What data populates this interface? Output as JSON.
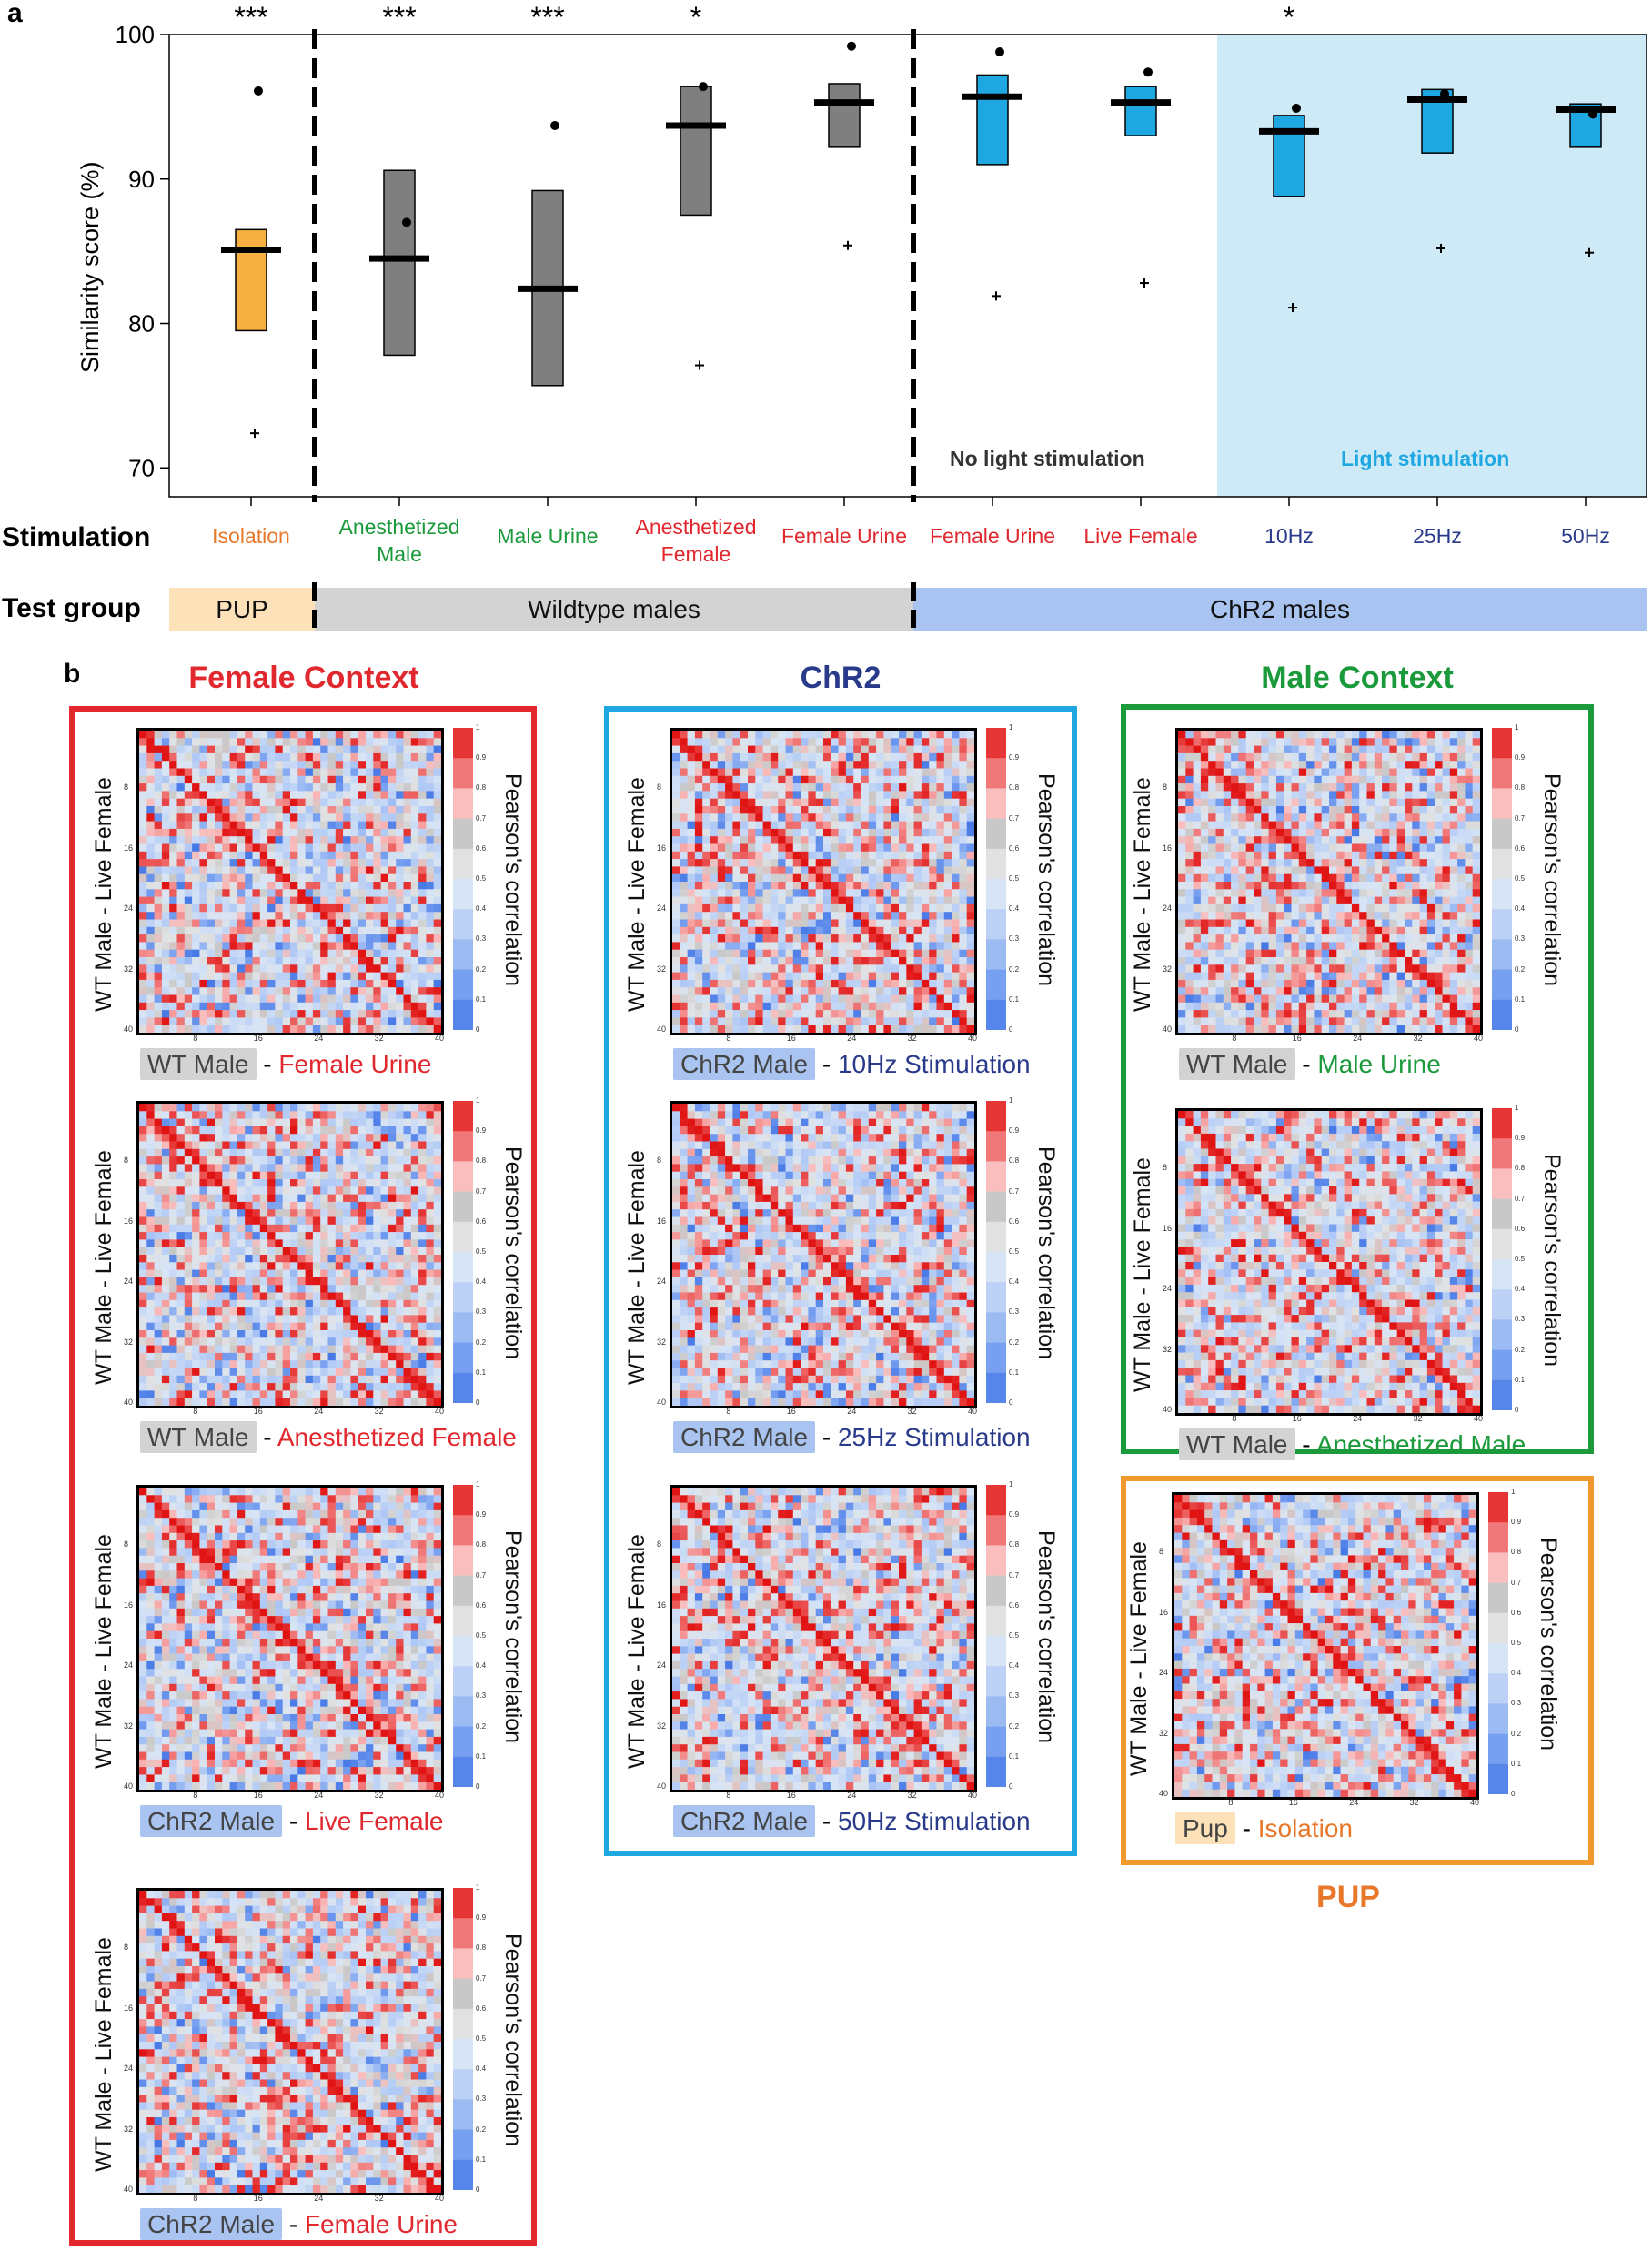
{
  "panel_a": {
    "letter": "a",
    "chart_data": {
      "type": "bar",
      "ylabel": "Similarity score (%)",
      "ylim": [
        68,
        100
      ],
      "yticks": [
        70,
        80,
        90,
        100
      ],
      "categories": [
        "Isolation",
        "Anesthetized Male",
        "Male Urine",
        "Anesthetized Female",
        "Female Urine",
        "Female Urine",
        "Live Female",
        "10Hz",
        "25Hz",
        "50Hz"
      ],
      "category_colors": [
        "#e8772a",
        "#1a9a3a",
        "#1a9a3a",
        "#e0282e",
        "#e0282e",
        "#e0282e",
        "#e0282e",
        "#2a3a8a",
        "#2a3a8a",
        "#2a3a8a"
      ],
      "box_colors": [
        "#f5b041",
        "#7f7f7f",
        "#7f7f7f",
        "#7f7f7f",
        "#7f7f7f",
        "#1ea7e1",
        "#1ea7e1",
        "#1ea7e1",
        "#1ea7e1",
        "#1ea7e1"
      ],
      "box_low": [
        79.5,
        77.8,
        75.7,
        87.5,
        92.2,
        91.0,
        93.0,
        88.8,
        91.8,
        92.2
      ],
      "box_high": [
        86.5,
        90.6,
        89.2,
        96.4,
        96.6,
        97.2,
        96.4,
        94.4,
        96.2,
        95.2
      ],
      "median": [
        85.1,
        84.5,
        82.4,
        93.7,
        95.3,
        95.7,
        95.3,
        93.3,
        95.5,
        94.8
      ],
      "dot_values": [
        96.1,
        87.0,
        93.7,
        96.4,
        99.2,
        98.8,
        97.4,
        94.9,
        95.9,
        94.5
      ],
      "plus_values": [
        72.4,
        null,
        null,
        77.1,
        85.4,
        81.9,
        82.8,
        81.1,
        85.2,
        84.9
      ],
      "significance": [
        "***",
        "***",
        "***",
        "*",
        "",
        "",
        "",
        "*",
        "",
        ""
      ],
      "region_labels": [
        "No light stimulation",
        "Light stimulation"
      ],
      "row_label_stimulation": "Stimulation",
      "row_label_test_group": "Test group",
      "test_groups": [
        "PUP",
        "Wildtype males",
        "ChR2 males"
      ],
      "light_region_color": "#cdeaf6"
    }
  },
  "panel_b": {
    "letter": "b",
    "contexts": [
      {
        "title": "Female Context",
        "color": "#e0282e"
      },
      {
        "title": "ChR2",
        "color": "#2a3a8a"
      },
      {
        "title": "Male Context",
        "color": "#1a9a3a"
      },
      {
        "title": "PUP",
        "color": "#e8772a"
      }
    ],
    "colorbar_label": "Pearson's correlation",
    "colorbar_ticks": [
      "1",
      "0.9",
      "0.8",
      "0.7",
      "0.6",
      "0.5",
      "0.4",
      "0.3",
      "0.2",
      "0.1",
      "0"
    ],
    "axis_ticks": [
      "8",
      "16",
      "24",
      "32",
      "40"
    ],
    "heatmaps": [
      {
        "ylabel": "WT Male - Live Female",
        "cap_left": "WT Male",
        "cap_right": "Female Urine",
        "chip": "#d3d3d3",
        "right_color": "#e0282e"
      },
      {
        "ylabel": "WT Male - Live Female",
        "cap_left": "WT Male",
        "cap_right": "Anesthetized Female",
        "chip": "#d3d3d3",
        "right_color": "#e0282e"
      },
      {
        "ylabel": "WT Male - Live Female",
        "cap_left": "ChR2 Male",
        "cap_right": "Live Female",
        "chip": "#a9c4f0",
        "right_color": "#e0282e"
      },
      {
        "ylabel": "WT Male - Live Female",
        "cap_left": "ChR2 Male",
        "cap_right": "Female Urine",
        "chip": "#a9c4f0",
        "right_color": "#e0282e"
      },
      {
        "ylabel": "WT Male - Live Female",
        "cap_left": "ChR2 Male",
        "cap_right": "10Hz Stimulation",
        "chip": "#a9c4f0",
        "right_color": "#2a3a8a"
      },
      {
        "ylabel": "WT Male - Live Female",
        "cap_left": "ChR2 Male",
        "cap_right": "25Hz Stimulation",
        "chip": "#a9c4f0",
        "right_color": "#2a3a8a"
      },
      {
        "ylabel": "WT Male - Live Female",
        "cap_left": "ChR2 Male",
        "cap_right": "50Hz Stimulation",
        "chip": "#a9c4f0",
        "right_color": "#2a3a8a"
      },
      {
        "ylabel": "WT Male - Live Female",
        "cap_left": "WT Male",
        "cap_right": "Male Urine",
        "chip": "#d3d3d3",
        "right_color": "#1a9a3a"
      },
      {
        "ylabel": "WT Male - Live Female",
        "cap_left": "WT Male",
        "cap_right": "Anesthetized Male",
        "chip": "#d3d3d3",
        "right_color": "#1a9a3a"
      },
      {
        "ylabel": "WT Male - Live Female",
        "cap_left": "Pup",
        "cap_right": "Isolation",
        "chip": "#fde1b8",
        "right_color": "#e8772a"
      }
    ]
  }
}
